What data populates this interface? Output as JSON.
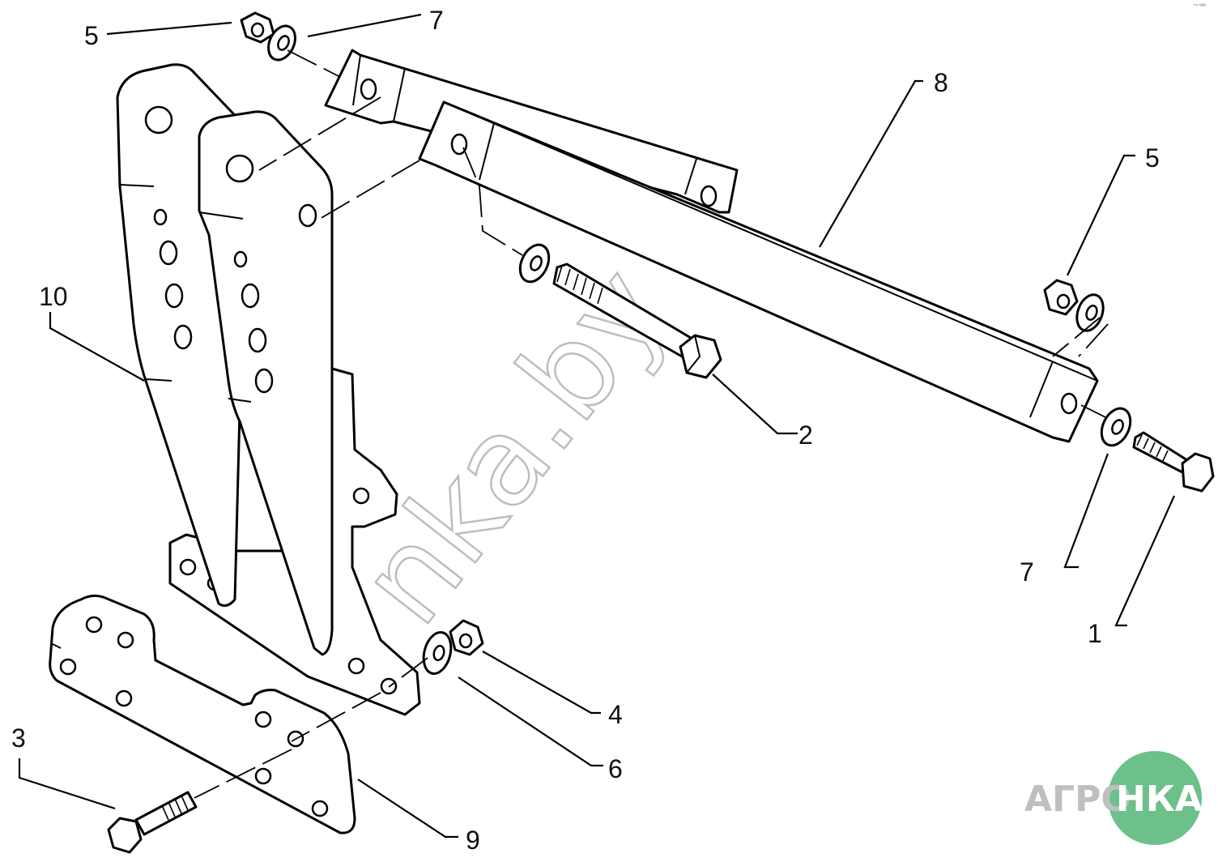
{
  "corner_note": "\"° ººº",
  "callouts": {
    "c1": "1",
    "c2": "2",
    "c3": "3",
    "c4": "4",
    "c5a": "5",
    "c5b": "5",
    "c6": "6",
    "c7a": "7",
    "c7b": "7",
    "c8": "8",
    "c9": "9",
    "c10": "10"
  },
  "watermark": "nka.by",
  "logo": {
    "text_left": "АГРО",
    "text_right": "НКА",
    "green": "#6cc08a",
    "gray": "#bfbfbf"
  }
}
